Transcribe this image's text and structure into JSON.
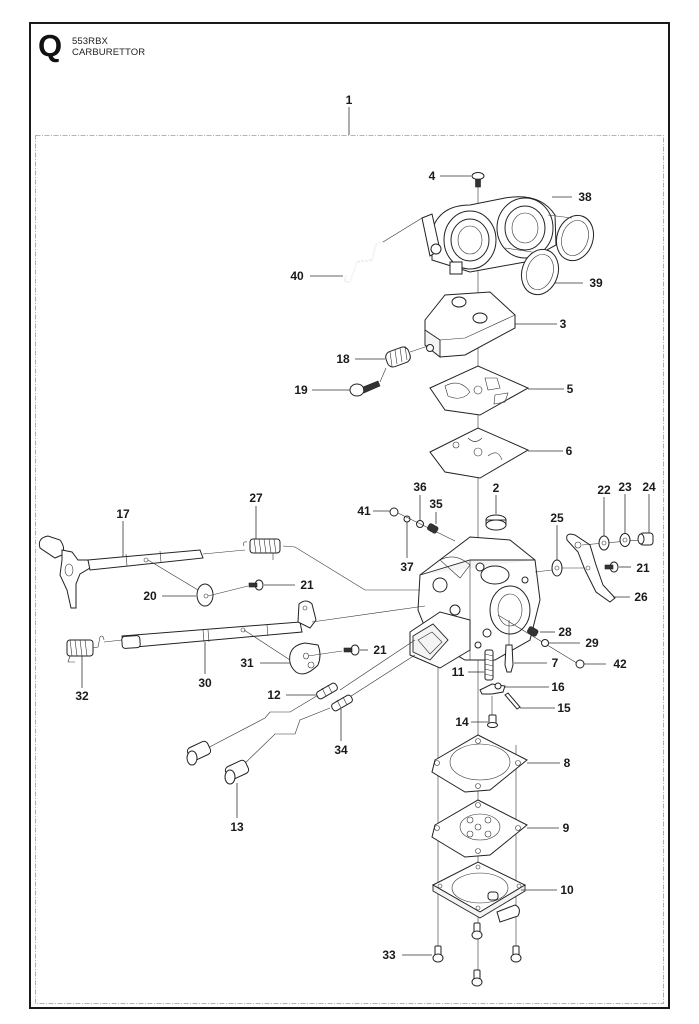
{
  "header": {
    "section_letter": "Q",
    "model": "553RBX",
    "title": "CARBURETTOR"
  },
  "diagram": {
    "type": "exploded-parts-view",
    "assembly_callout": "1",
    "callouts": [
      {
        "id": "1",
        "label": "1",
        "part": "carburettor-assembly"
      },
      {
        "id": "2",
        "label": "2",
        "part": "filter-screen"
      },
      {
        "id": "3",
        "label": "3",
        "part": "pump-cover"
      },
      {
        "id": "4",
        "label": "4",
        "part": "screw-top"
      },
      {
        "id": "5",
        "label": "5",
        "part": "pump-gasket"
      },
      {
        "id": "6",
        "label": "6",
        "part": "pump-diaphragm"
      },
      {
        "id": "7",
        "label": "7",
        "part": "needle-valve"
      },
      {
        "id": "8",
        "label": "8",
        "part": "metering-gasket"
      },
      {
        "id": "9",
        "label": "9",
        "part": "metering-diaphragm"
      },
      {
        "id": "10",
        "label": "10",
        "part": "metering-cover"
      },
      {
        "id": "11",
        "label": "11",
        "part": "spring"
      },
      {
        "id": "12",
        "label": "12",
        "part": "cable-fitting-upper"
      },
      {
        "id": "13",
        "label": "13",
        "part": "cable-connector"
      },
      {
        "id": "14",
        "label": "14",
        "part": "lever-screw"
      },
      {
        "id": "15",
        "label": "15",
        "part": "lever-pin"
      },
      {
        "id": "16",
        "label": "16",
        "part": "inlet-lever"
      },
      {
        "id": "17",
        "label": "17",
        "part": "choke-shaft"
      },
      {
        "id": "18",
        "label": "18",
        "part": "adjusting-spring"
      },
      {
        "id": "19",
        "label": "19",
        "part": "adjusting-screw"
      },
      {
        "id": "20",
        "label": "20",
        "part": "choke-valve"
      },
      {
        "id": "21a",
        "label": "21",
        "part": "screw-choke-valve"
      },
      {
        "id": "21b",
        "label": "21",
        "part": "screw-throttle-valve"
      },
      {
        "id": "21c",
        "label": "21",
        "part": "screw-lever"
      },
      {
        "id": "22",
        "label": "22",
        "part": "washer"
      },
      {
        "id": "23",
        "label": "23",
        "part": "washer-flat"
      },
      {
        "id": "24",
        "label": "24",
        "part": "bushing"
      },
      {
        "id": "25",
        "label": "25",
        "part": "detent-washer"
      },
      {
        "id": "26",
        "label": "26",
        "part": "lever-arm"
      },
      {
        "id": "27",
        "label": "27",
        "part": "choke-spring"
      },
      {
        "id": "28",
        "label": "28",
        "part": "spring-small"
      },
      {
        "id": "29",
        "label": "29",
        "part": "ball"
      },
      {
        "id": "30",
        "label": "30",
        "part": "throttle-shaft"
      },
      {
        "id": "31",
        "label": "31",
        "part": "throttle-valve"
      },
      {
        "id": "32",
        "label": "32",
        "part": "throttle-spring"
      },
      {
        "id": "33",
        "label": "33",
        "part": "cover-screw"
      },
      {
        "id": "34",
        "label": "34",
        "part": "cable-fitting-lower"
      },
      {
        "id": "35",
        "label": "35",
        "part": "spring-idle"
      },
      {
        "id": "36",
        "label": "36",
        "part": "ball-idle"
      },
      {
        "id": "37",
        "label": "37",
        "part": "seal-idle"
      },
      {
        "id": "38",
        "label": "38",
        "part": "throttle-housing"
      },
      {
        "id": "39",
        "label": "39",
        "part": "seal-ring"
      },
      {
        "id": "40",
        "label": "40",
        "part": "link-rod"
      },
      {
        "id": "41",
        "label": "41",
        "part": "plug"
      },
      {
        "id": "42",
        "label": "42",
        "part": "plug-small"
      }
    ]
  }
}
